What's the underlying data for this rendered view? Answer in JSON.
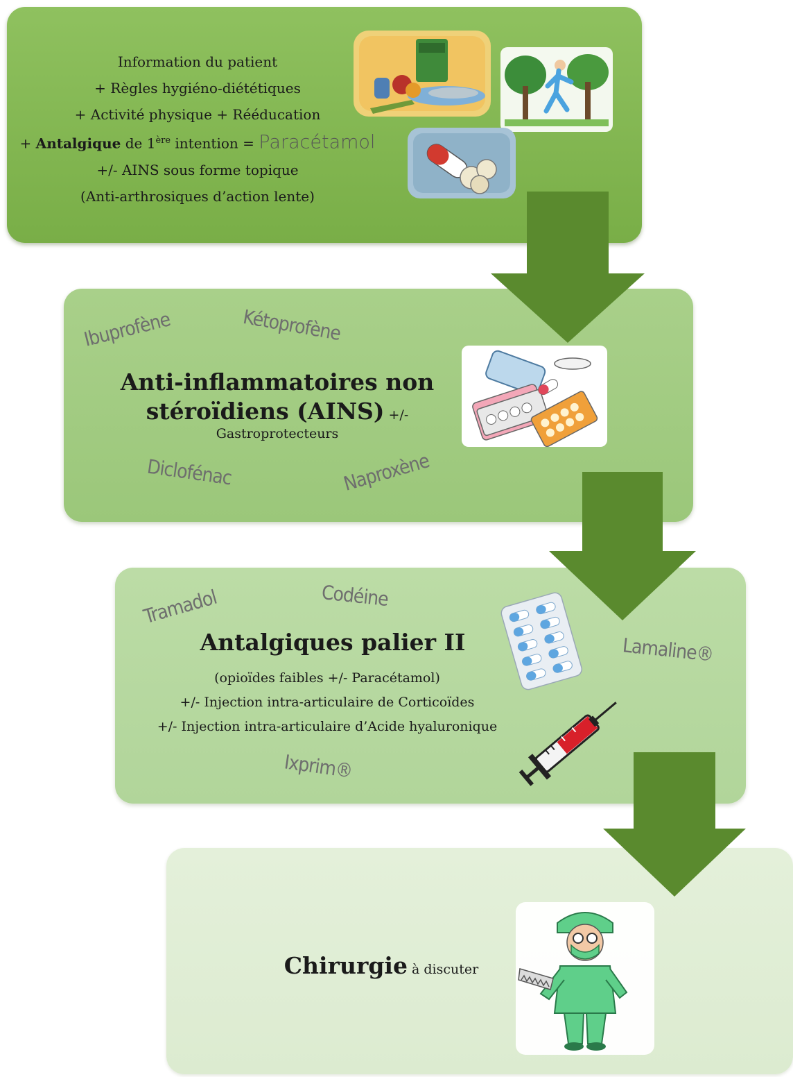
{
  "step1": {
    "line1": "Information du patient",
    "line2": "+ Règles hygiéno-diététiques",
    "line3": "+ Activité physique + Rééducation",
    "line4_prefix": "+ ",
    "line4_bold": "Antalgique",
    "line4_mid": " de 1",
    "line4_sup": "ère",
    "line4_after": " intention = ",
    "line4_drug": "Paracétamol",
    "line5": "+/- AINS sous forme topique",
    "line6": "(Anti-arthrosiques d’action lente)"
  },
  "step2": {
    "title_line1": "Anti-inflammatoires non",
    "title_line2": "stéroïdiens (AINS)",
    "title_suffix": " +/-",
    "subtitle": "Gastroprotecteurs",
    "drugs": [
      "Ibuprofène",
      "Kétoprofène",
      "Diclofénac",
      "Naproxène"
    ]
  },
  "step3": {
    "title": "Antalgiques palier II",
    "line1": "(opioïdes faibles +/- Paracétamol)",
    "line2": "+/- Injection intra-articulaire de Corticoïdes",
    "line3": "+/- Injection intra-articulaire d’Acide hyaluronique",
    "drugs": [
      "Tramadol",
      "Codéine",
      "Lamaline®",
      "Ixprim®"
    ]
  },
  "step4": {
    "title_bold": "Chirurgie",
    "title_rest": " à discuter"
  },
  "colors": {
    "step1": "#7fb24d",
    "step2": "#a3cc83",
    "step3": "#b7d9a0",
    "step4": "#e0eed5",
    "arrow": "#5a8a2e"
  }
}
